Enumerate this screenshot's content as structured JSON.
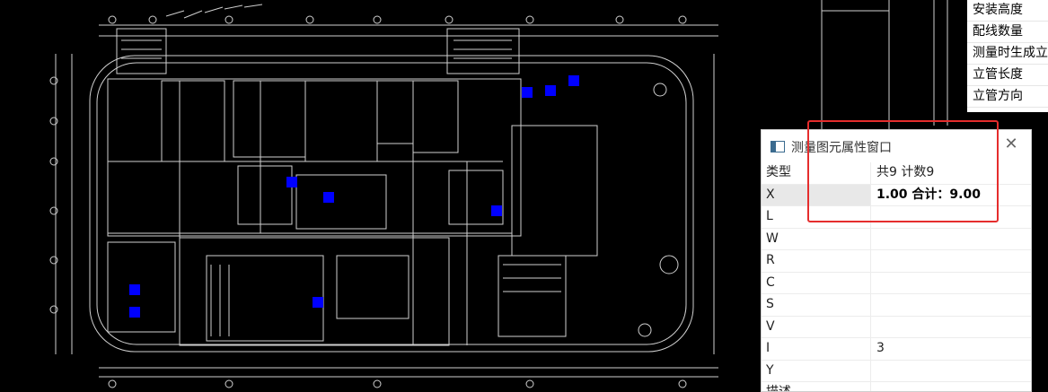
{
  "side_panel": {
    "items": [
      "安装高度",
      "配线数量",
      "测量时生成立",
      "立管长度",
      "立管方向"
    ]
  },
  "property_window": {
    "title": "测量图元属性窗口",
    "rows": [
      {
        "key": "类型",
        "value": "共9 计数9"
      },
      {
        "key": "X",
        "value": "1.00  合计：9.00"
      },
      {
        "key": "L",
        "value": ""
      },
      {
        "key": "W",
        "value": ""
      },
      {
        "key": "R",
        "value": ""
      },
      {
        "key": "C",
        "value": ""
      },
      {
        "key": "S",
        "value": ""
      },
      {
        "key": "V",
        "value": ""
      },
      {
        "key": "I",
        "value": "3"
      },
      {
        "key": "Y",
        "value": ""
      },
      {
        "key": "描述",
        "value": ""
      }
    ]
  },
  "colors": {
    "canvas": "#000000",
    "lines": "#d9d9d9",
    "marker": "#0000ff",
    "highlight": "#e52d2d"
  }
}
